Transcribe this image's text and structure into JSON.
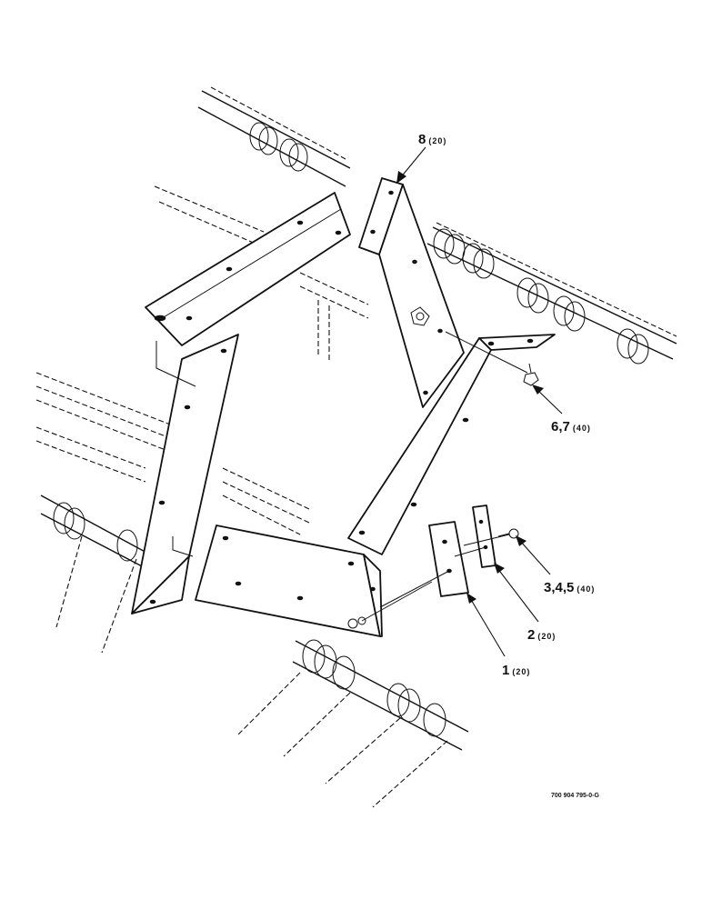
{
  "callouts": [
    {
      "id": "c8",
      "part": "8",
      "qty": "(20)"
    },
    {
      "id": "c67",
      "part": "6,7",
      "qty": "(40)"
    },
    {
      "id": "c345",
      "part": "3,4,5",
      "qty": "(40)"
    },
    {
      "id": "c2",
      "part": "2",
      "qty": "(20)"
    },
    {
      "id": "c1",
      "part": "1",
      "qty": "(20)"
    }
  ],
  "drawing_number": "700 904 795-0-G"
}
